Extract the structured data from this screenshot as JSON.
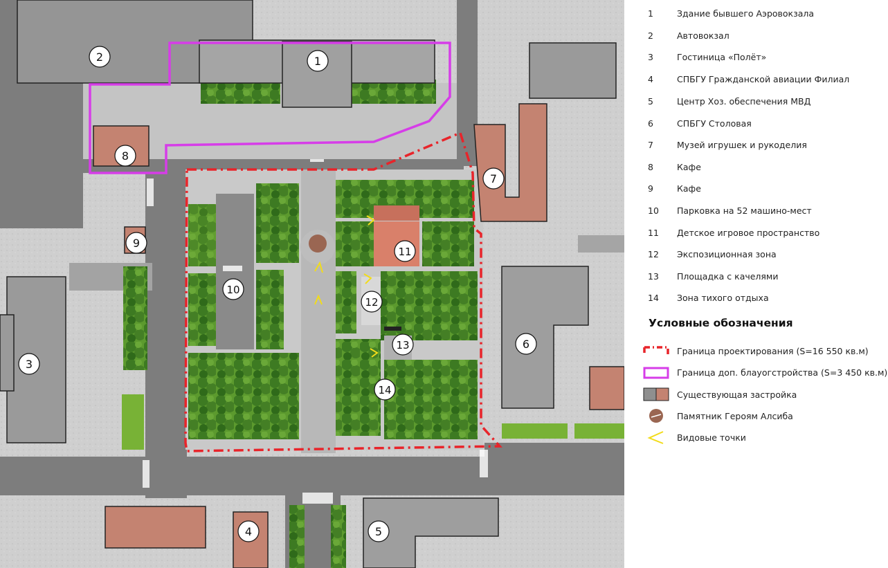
{
  "map": {
    "markers": [
      {
        "number": "1",
        "label": "1"
      },
      {
        "number": "2",
        "label": "2"
      },
      {
        "number": "3",
        "label": "3"
      },
      {
        "number": "4",
        "label": "4"
      },
      {
        "number": "5",
        "label": "5"
      },
      {
        "number": "6",
        "label": "6"
      },
      {
        "number": "7",
        "label": "7"
      },
      {
        "number": "8",
        "label": "8"
      },
      {
        "number": "9",
        "label": "9"
      },
      {
        "number": "10",
        "label": "10"
      },
      {
        "number": "11",
        "label": "11"
      },
      {
        "number": "12",
        "label": "12"
      },
      {
        "number": "13",
        "label": "13"
      },
      {
        "number": "14",
        "label": "14"
      }
    ],
    "colors": {
      "grass": "#78b236",
      "tree": "#3f7d22",
      "road": "#7d7d7d",
      "paving": "#c9c9c9",
      "building_gray": "#8f8f8f",
      "building_brick": "#c48371",
      "project_boundary": "#e8242a",
      "extra_boundary": "#d63de8",
      "viewpoint": "#f2dc1a",
      "playground": "#d9806a"
    }
  },
  "legend": {
    "items": [
      {
        "num": "1",
        "text": "Здание бывшего Аэровокзала"
      },
      {
        "num": "2",
        "text": "Автовокзал"
      },
      {
        "num": "3",
        "text": "Гостиница «Полёт»"
      },
      {
        "num": "4",
        "text": "СПБГУ Гражданской авиации Филиал"
      },
      {
        "num": "5",
        "text": "Центр Хоз. обеспечения МВД"
      },
      {
        "num": "6",
        "text": "СПБГУ Столовая"
      },
      {
        "num": "7",
        "text": "Музей игрушек и рукоделия"
      },
      {
        "num": "8",
        "text": "Кафе"
      },
      {
        "num": "9",
        "text": "Кафе"
      },
      {
        "num": "10",
        "text": "Парковка на 52 машино-мест"
      },
      {
        "num": "11",
        "text": "Детское игровое пространство"
      },
      {
        "num": "12",
        "text": "Экспозиционная зона"
      },
      {
        "num": "13",
        "text": "Площадка с качелями"
      },
      {
        "num": "14",
        "text": "Зона тихого отдыха"
      }
    ],
    "title": "Условные обозначения",
    "symbols": [
      {
        "icon": "red-dashed-boundary-icon",
        "text": "Граница проектирования (S=16 550 кв.м)"
      },
      {
        "icon": "magenta-boundary-icon",
        "text": "Граница доп. блауогстройства (S=3 450 кв.м)"
      },
      {
        "icon": "existing-buildings-icon",
        "text": "Существующая застройка"
      },
      {
        "icon": "monument-icon",
        "text": "Памятник Героям Алсиба"
      },
      {
        "icon": "viewpoint-icon",
        "text": "Видовые точки"
      }
    ]
  }
}
